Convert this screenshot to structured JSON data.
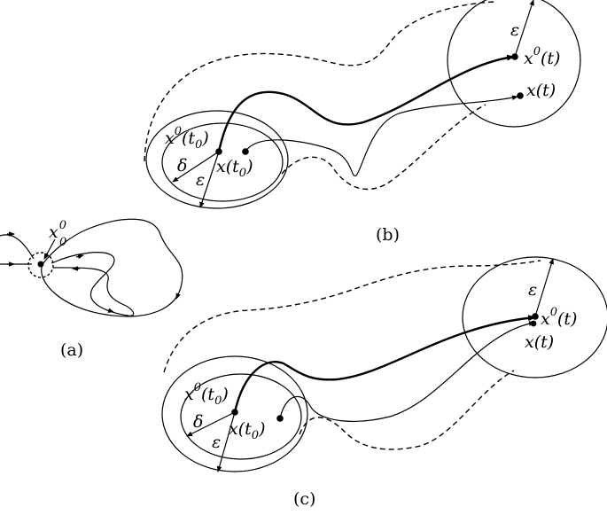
{
  "panel_a": {
    "caption": "(a)",
    "point_label": {
      "base": "x",
      "sup": "0",
      "sub": "0"
    }
  },
  "panel_b": {
    "caption": "(b)",
    "labels": {
      "x0_t0": {
        "base": "x",
        "sup": "0",
        "arg_open": "(t",
        "arg_sub": "0",
        "arg_close": ")"
      },
      "x_t0": {
        "base": "x",
        "arg_open": "(t",
        "arg_sub": "0",
        "arg_close": ")"
      },
      "x0_t": {
        "base": "x",
        "sup": "0",
        "arg": "(t)"
      },
      "x_t": {
        "base": "x",
        "arg": "(t)"
      },
      "delta": "δ",
      "epsilon_start": "ε",
      "epsilon_end": "ε"
    }
  },
  "panel_c": {
    "caption": "(c)",
    "labels": {
      "x0_t0": {
        "base": "x",
        "sup": "0",
        "arg_open": "(t",
        "arg_sub": "0",
        "arg_close": ")"
      },
      "x_t0": {
        "base": "x",
        "arg_open": "(t",
        "arg_sub": "0",
        "arg_close": ")"
      },
      "x0_t": {
        "base": "x",
        "sup": "0",
        "arg": "(t)"
      },
      "x_t": {
        "base": "x",
        "arg": "(t)"
      },
      "delta": "δ",
      "epsilon_start": "ε",
      "epsilon_end": "ε"
    }
  }
}
